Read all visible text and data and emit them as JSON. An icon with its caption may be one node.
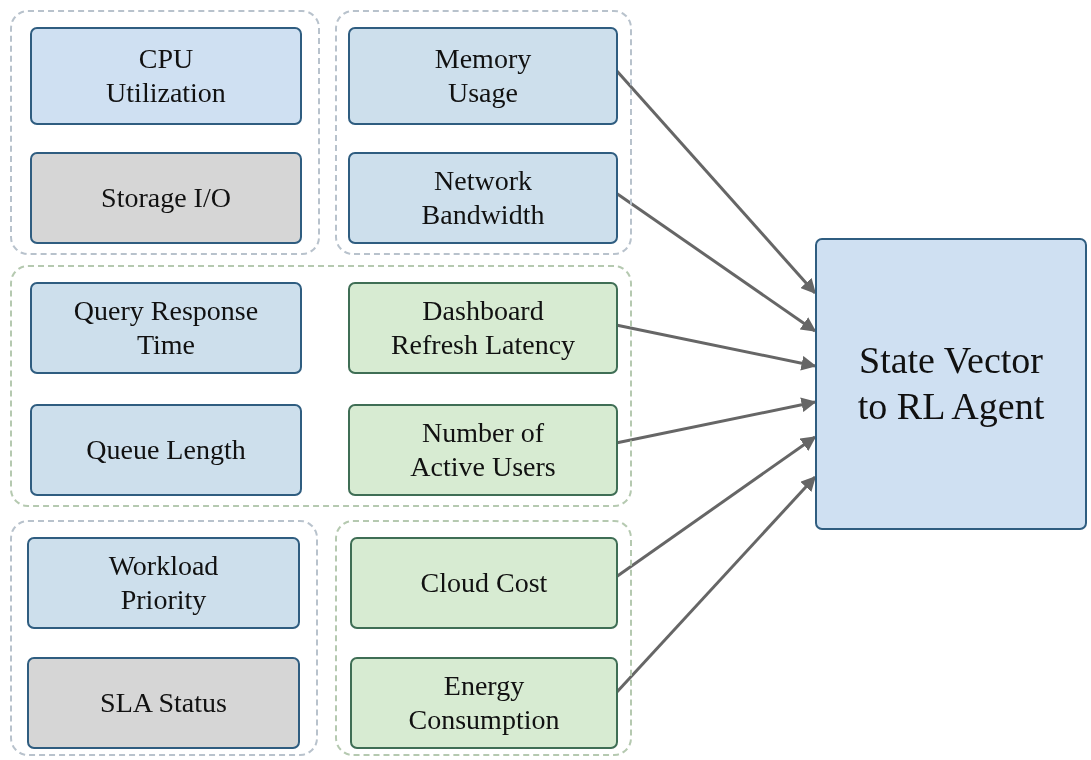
{
  "diagram": {
    "nodes": [
      {
        "text": [],
        "shape": "box"
      },
      {
        "text": [
          "CPU Utilization"
        ],
        "in": 0
      },
      {
        "text": [
          "Storage I/O"
        ],
        "in": 0
      },
      {
        "text": [],
        "shape": "box"
      },
      {
        "text": [
          "Memory Usage"
        ],
        "in": 3
      },
      {
        "text": [
          "Network Bandwidth"
        ],
        "in": 3
      },
      {
        "text": [],
        "shape": "box"
      },
      {
        "text": [
          "Query Response Time"
        ],
        "in": 6
      },
      {
        "text": [
          "Dashboard Refresh Latency"
        ],
        "in": 6
      },
      {
        "text": [
          "Queue Length"
        ],
        "in": 6
      },
      {
        "text": [
          "Number of Active Users"
        ],
        "in": 6
      },
      {
        "text": [],
        "shape": "box"
      },
      {
        "text": [
          "Workload Priority"
        ],
        "in": 11
      },
      {
        "text": [
          "SLA Status"
        ],
        "in": 11
      },
      {
        "text": [],
        "shape": "box"
      },
      {
        "text": [
          "Cloud Cost"
        ],
        "in": 14
      },
      {
        "text": [
          "Energy Consumption"
        ],
        "in": 14
      },
      {
        "text": [
          "State Vector to RL Agent"
        ]
      }
    ],
    "edges": [
      {
        "from": 4,
        "to": 17,
        "arrow": "to"
      },
      {
        "from": 5,
        "to": 17,
        "arrow": "to"
      },
      {
        "from": 8,
        "to": 17,
        "arrow": "to"
      },
      {
        "from": 10,
        "to": 17,
        "arrow": "to"
      },
      {
        "from": 15,
        "to": 17,
        "arrow": "to"
      },
      {
        "from": 16,
        "to": 17,
        "arrow": "to"
      }
    ]
  }
}
